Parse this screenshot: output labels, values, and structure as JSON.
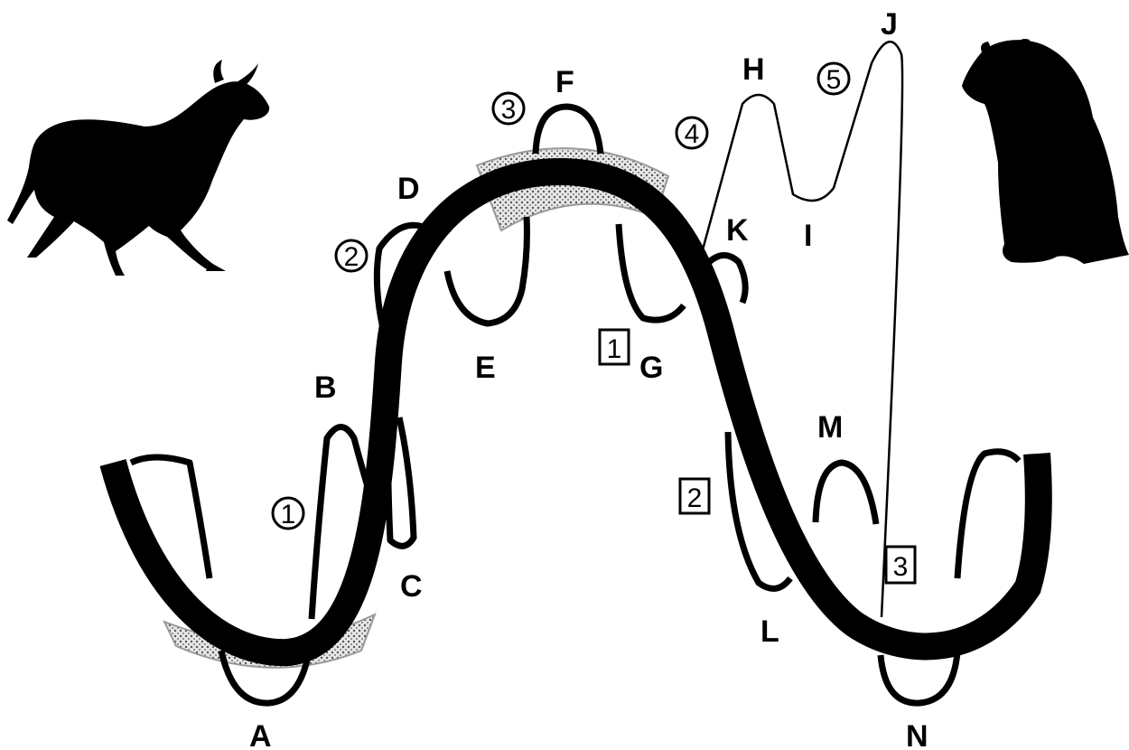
{
  "diagram": {
    "colors": {
      "ink": "#000000",
      "background": "#ffffff",
      "zone": "#cfcfcf"
    },
    "icons": {
      "left": "bull-icon",
      "right": "bear-icon"
    },
    "point_labels": {
      "A": "A",
      "B": "B",
      "C": "C",
      "D": "D",
      "E": "E",
      "F": "F",
      "G": "G",
      "H": "H",
      "I": "I",
      "J": "J",
      "K": "K",
      "L": "L",
      "M": "M",
      "N": "N"
    },
    "circled_waves": [
      "1",
      "2",
      "3",
      "4",
      "5"
    ],
    "boxed_waves": [
      "1",
      "2",
      "3"
    ]
  }
}
